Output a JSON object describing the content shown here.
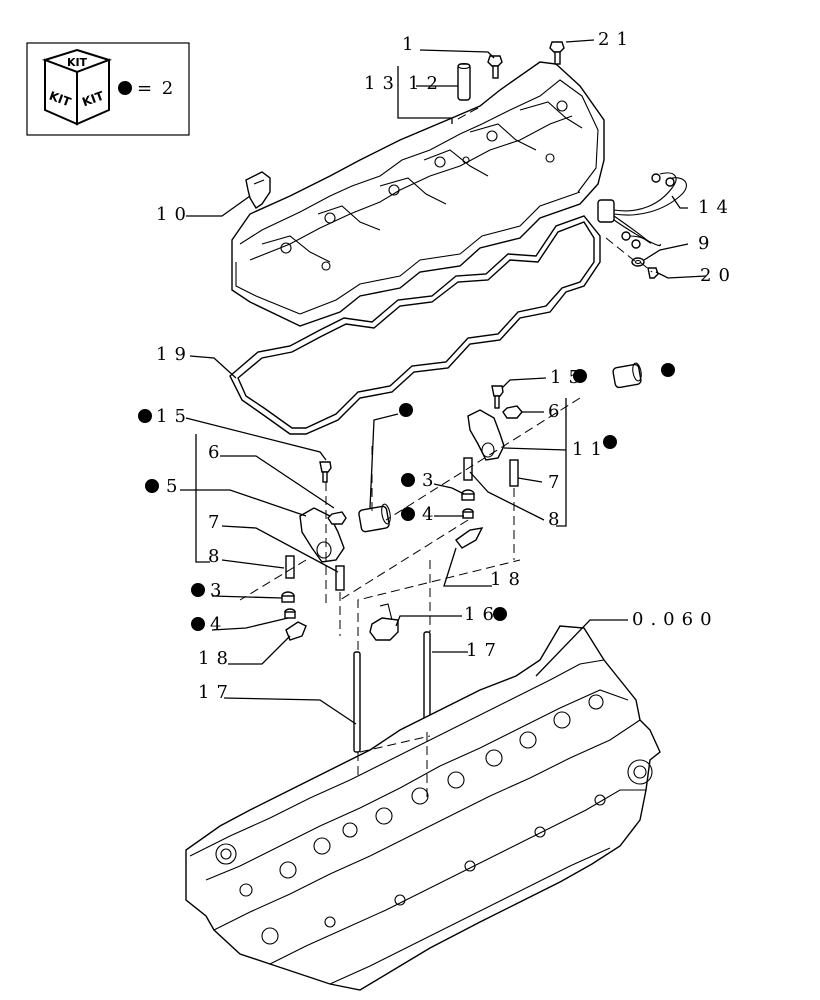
{
  "legend": {
    "kit_face_top": "KIT",
    "kit_face_left": "KIT",
    "kit_face_right": "KIT",
    "equals_text": "= 2"
  },
  "callouts": {
    "c1": "1",
    "c21": "21",
    "c13": "13",
    "c12": "12",
    "c10": "10",
    "c14": "14",
    "c9": "9",
    "c20": "20",
    "c19": "19",
    "c15_right": "15",
    "c6_right": "6",
    "c11": "11",
    "c7_right": "7",
    "c8_right": "8",
    "c15_left": "15",
    "c6_left": "6",
    "c5": "5",
    "c3_mid": "3",
    "c4_mid": "4",
    "c7_left": "7",
    "c8_left": "8",
    "c3_left": "3",
    "c4_left": "4",
    "c18_right": "18",
    "c16": "16",
    "c18_left": "18",
    "c17_right": "17",
    "c17_left": "17",
    "c0060": "0.060"
  }
}
